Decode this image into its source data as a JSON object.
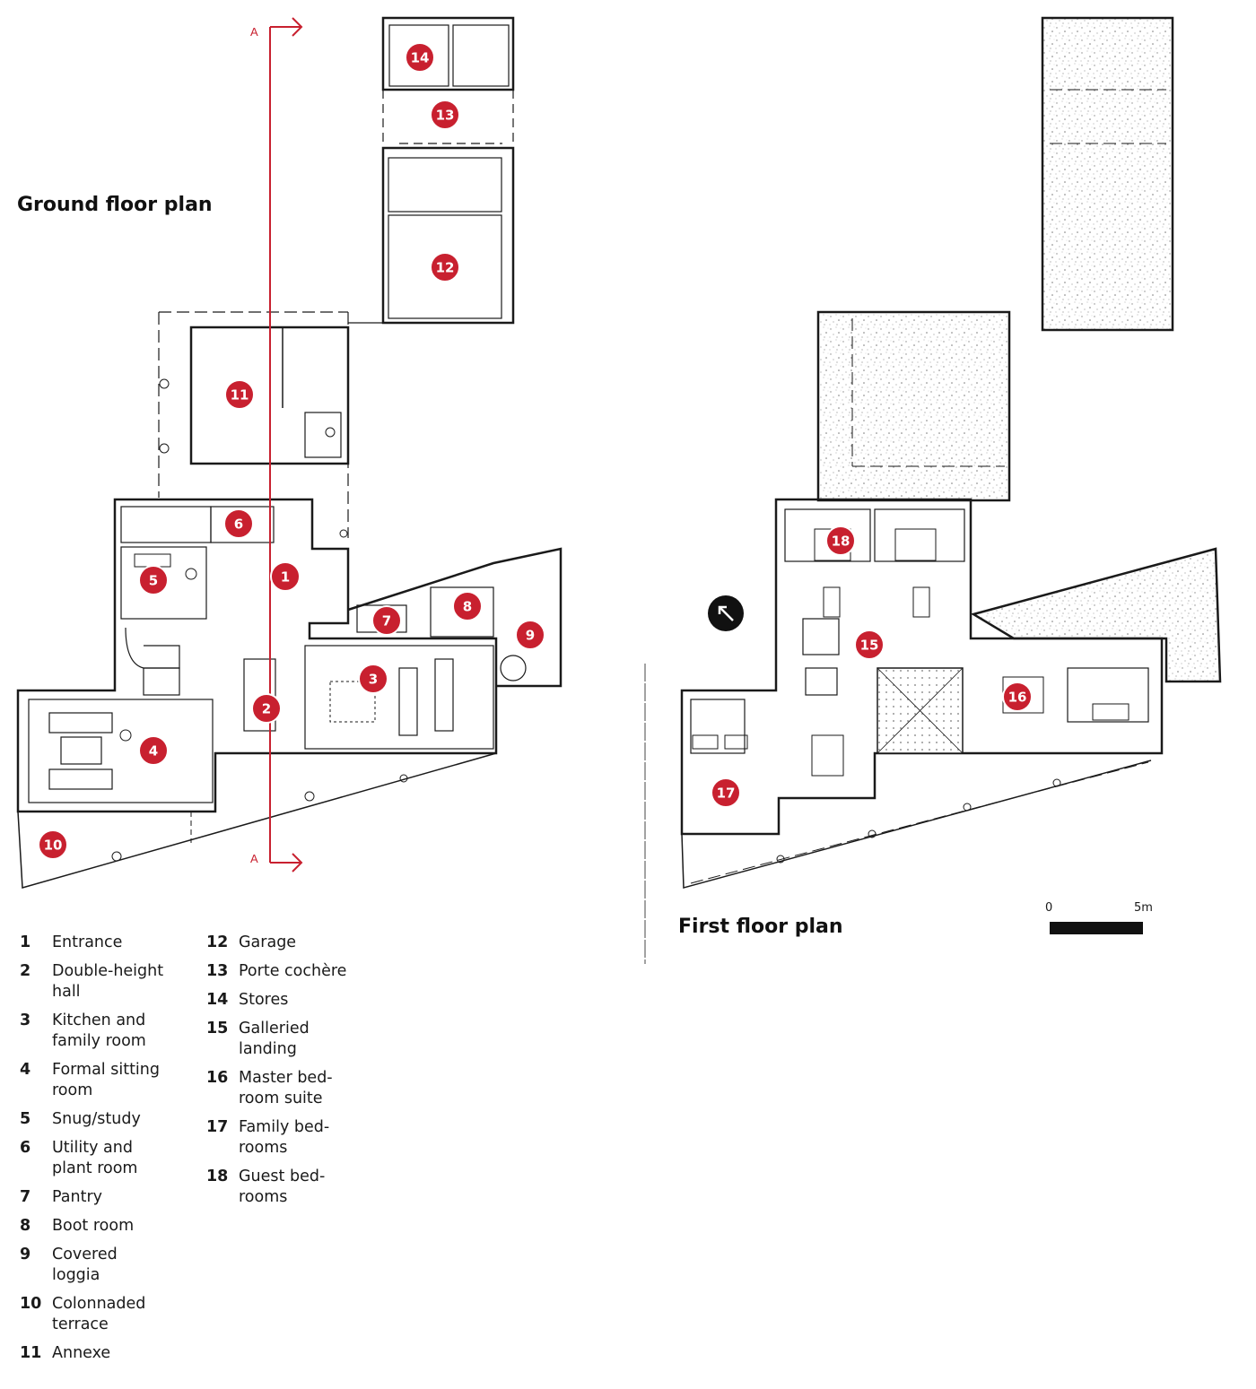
{
  "ground_floor_title": "Ground floor plan",
  "first_floor_title": "First floor plan",
  "section_label": "A",
  "scale": {
    "start": "0",
    "end": "5m"
  },
  "colors": {
    "marker": "#c8202f",
    "wall": "#1a1a1a",
    "hatch": "#8a8a8a",
    "section_line": "#c8202f"
  },
  "icons": {
    "north": "north-arrow-icon"
  },
  "legend": [
    {
      "num": "1",
      "text": "Entrance"
    },
    {
      "num": "2",
      "text": "Double-height\nhall"
    },
    {
      "num": "3",
      "text": "Kitchen and\nfamily room"
    },
    {
      "num": "4",
      "text": "Formal sitting\nroom"
    },
    {
      "num": "5",
      "text": "Snug/study"
    },
    {
      "num": "6",
      "text": "Utility and\nplant room"
    },
    {
      "num": "7",
      "text": "Pantry"
    },
    {
      "num": "8",
      "text": "Boot room"
    },
    {
      "num": "9",
      "text": "Covered\nloggia"
    },
    {
      "num": "10",
      "text": "Colonnaded\nterrace"
    },
    {
      "num": "11",
      "text": "Annexe"
    },
    {
      "num": "12",
      "text": "Garage"
    },
    {
      "num": "13",
      "text": "Porte cochère"
    },
    {
      "num": "14",
      "text": "Stores"
    },
    {
      "num": "15",
      "text": "Galleried\nlanding"
    },
    {
      "num": "16",
      "text": "Master bed-\nroom suite"
    },
    {
      "num": "17",
      "text": "Family bed-\nrooms"
    },
    {
      "num": "18",
      "text": "Guest bed-\nrooms"
    }
  ],
  "markers": [
    "1",
    "2",
    "3",
    "4",
    "5",
    "6",
    "7",
    "8",
    "9",
    "10",
    "11",
    "12",
    "13",
    "14",
    "15",
    "16",
    "17",
    "18"
  ]
}
